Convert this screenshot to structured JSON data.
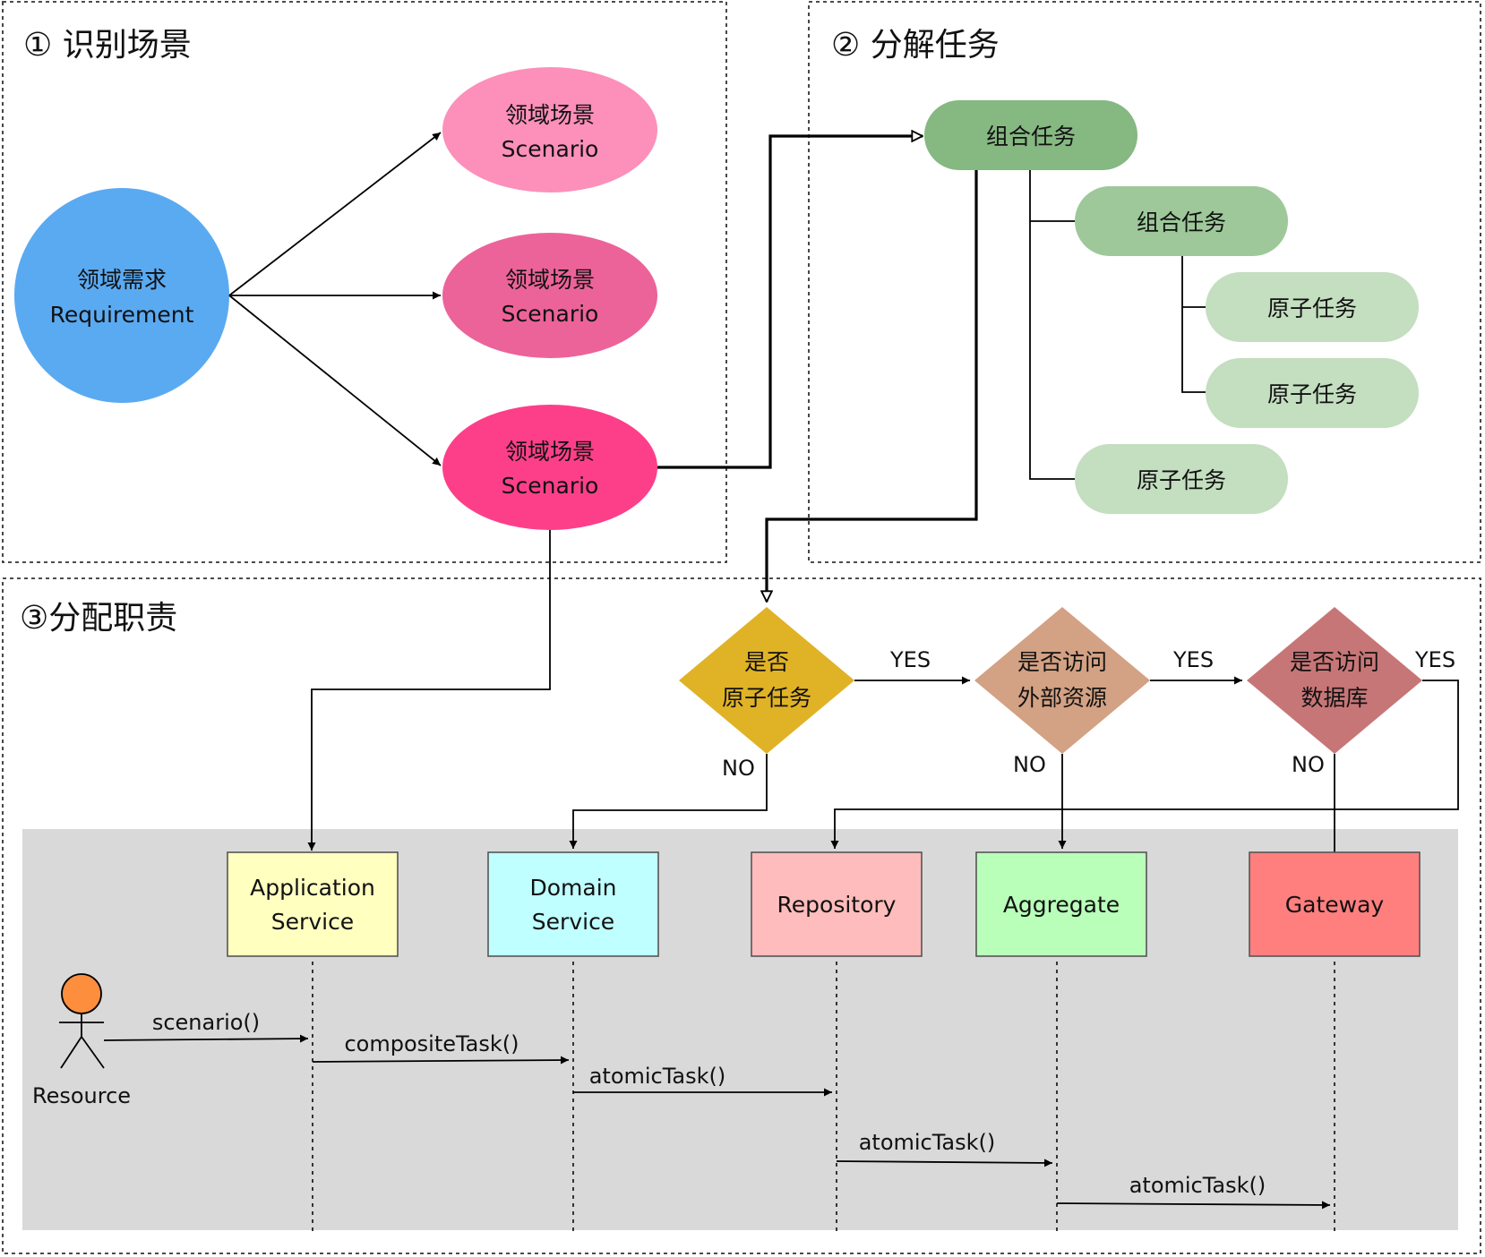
{
  "sections": {
    "identify": "① 识别场景",
    "decompose": "② 分解任务",
    "assign": "③分配职责"
  },
  "requirement": {
    "line1": "领域需求",
    "line2": "Requirement",
    "color": "#5aaaf2"
  },
  "scenarios": [
    {
      "line1": "领域场景",
      "line2": "Scenario",
      "color": "#fc90ba"
    },
    {
      "line1": "领域场景",
      "line2": "Scenario",
      "color": "#ec6399"
    },
    {
      "line1": "领域场景",
      "line2": "Scenario",
      "color": "#fd3f8a"
    }
  ],
  "tasks": {
    "composite_root": {
      "label": "组合任务",
      "color": "#86b882"
    },
    "composite_child": {
      "label": "组合任务",
      "color": "#9ec89a"
    },
    "atomic": [
      {
        "label": "原子任务"
      },
      {
        "label": "原子任务"
      },
      {
        "label": "原子任务"
      }
    ],
    "atomic_color": "#c4dec0"
  },
  "decisions": [
    {
      "line1": "是否",
      "line2": "原子任务",
      "color": "#e0b226"
    },
    {
      "line1": "是否访问",
      "line2": "外部资源",
      "color": "#d3a183"
    },
    {
      "line1": "是否访问",
      "line2": "数据库",
      "color": "#c77677"
    }
  ],
  "flow_labels": {
    "yes": "YES",
    "no": "NO"
  },
  "components": [
    {
      "line1": "Application",
      "line2": "Service",
      "color": "#ffffc0"
    },
    {
      "line1": "Domain",
      "line2": "Service",
      "color": "#bfffff"
    },
    {
      "line1": "Repository",
      "line2": "",
      "color": "#ffbcbc"
    },
    {
      "line1": "Aggregate",
      "line2": "",
      "color": "#b9ffb9"
    },
    {
      "line1": "Gateway",
      "line2": "",
      "color": "#ff7f7f"
    }
  ],
  "actor": {
    "label": "Resource",
    "head_color": "#fd8e3e"
  },
  "messages": [
    "scenario()",
    "compositeTask()",
    "atomicTask()",
    "atomicTask()",
    "atomicTask()"
  ],
  "panel_color": "#d9d9d9"
}
